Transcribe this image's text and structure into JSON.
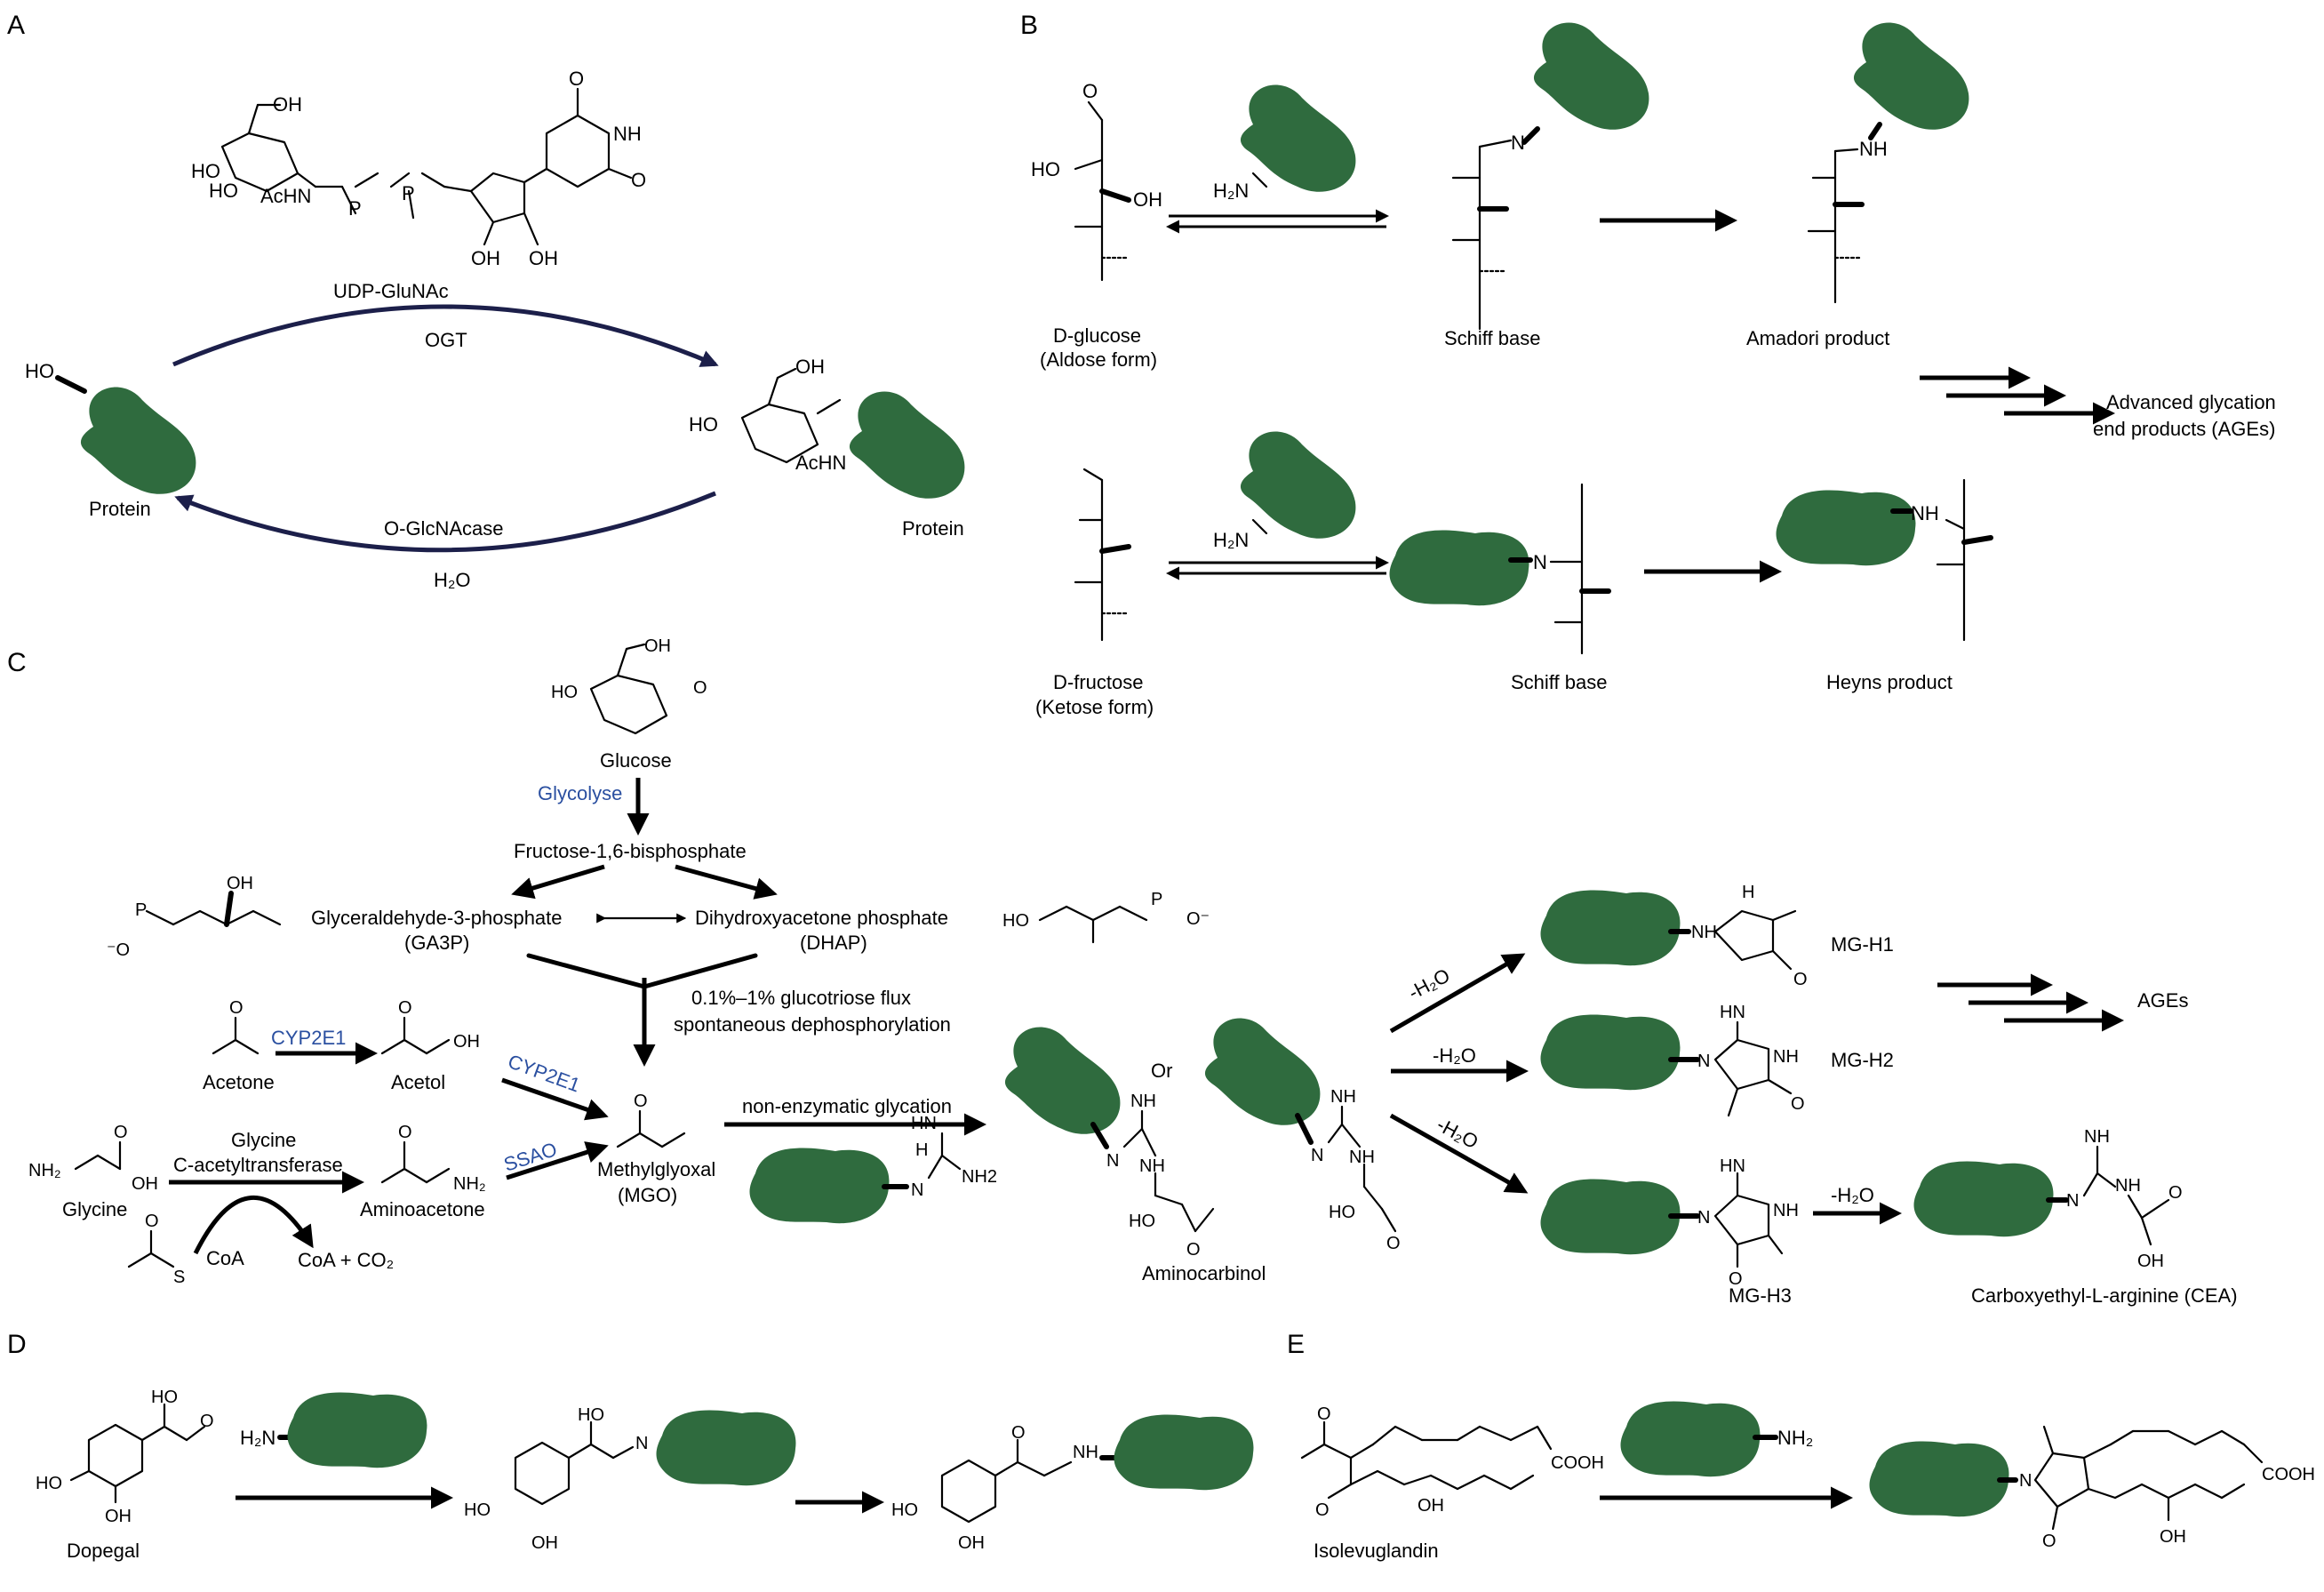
{
  "panels": {
    "A": "A",
    "B": "B",
    "C": "C",
    "D": "D",
    "E": "E"
  },
  "colors": {
    "protein": "#2f6b3e",
    "enzyme_text": "#2a4fa0",
    "cycle_arrow": "#1c1f4a"
  },
  "icons": [
    "protein-blob-icon"
  ],
  "panelA": {
    "udp_label": "UDP-GluNAc",
    "ogt": "OGT",
    "oglcnacase": "O-GlcNAcase",
    "water": "H₂O",
    "protein_left": "Protein",
    "protein_right": "Protein",
    "oh": "HO",
    "acHN": "AcHN",
    "acHN2": "AcHN",
    "ho_ring": "HO",
    "ho_ring2": "HO",
    "oh_top": "OH",
    "oh_top2": "OH",
    "nh": "NH",
    "o": "O",
    "o2": "O",
    "oh_rib1": "OH",
    "oh_rib2": "OH",
    "p1": "P",
    "p2": "P",
    "ho2": "HO"
  },
  "panelB": {
    "glucose": "D-glucose",
    "glucose_form": "(Aldose form)",
    "schiff1": "Schiff base",
    "amadori": "Amadori product",
    "age1": "Advanced glycation",
    "age2": "end products (AGEs)",
    "fructose": "D-fructose",
    "fructose_form": "(Ketose form)",
    "schiff2": "Schiff base",
    "heyns": "Heyns product",
    "h2n": "H₂N",
    "h2n2": "H₂N",
    "n": "N",
    "n2": "N",
    "nh": "NH",
    "nh2": "NH",
    "oh": "OH",
    "ho": "HO",
    "o": "O"
  },
  "panelC": {
    "glucose": "Glucose",
    "glycolyse": "Glycolyse",
    "f16bp": "Fructose-1,6-bisphosphate",
    "ga3p1": "Glyceraldehyde-3-phosphate",
    "ga3p2": "(GA3P)",
    "dhap1": "Dihydroxyacetone phosphate",
    "dhap2": "(DHAP)",
    "flux1": "0.1%–1% glucotriose flux",
    "flux2": "spontaneous dephosphorylation",
    "acetone": "Acetone",
    "cyp2e1_1": "CYP2E1",
    "acetol": "Acetol",
    "cyp2e1_2": "CYP2E1",
    "glycine": "Glycine",
    "gcat1": "Glycine",
    "gcat2": "C-acetyltransferase",
    "aminoacetone": "Aminoacetone",
    "ssao": "SSAO",
    "mgo1": "Methylglyoxal",
    "mgo2": "(MGO)",
    "coa": "CoA",
    "coa_co2": "CoA + CO₂",
    "nonenz": "non-enzymatic glycation",
    "or": "Or",
    "aminocarbinol": "Aminocarbinol",
    "h2o1": "-H₂O",
    "h2o2": "-H₂O",
    "h2o3": "-H₂O",
    "h2o4": "-H₂O",
    "mgh1": "MG-H1",
    "mgh2": "MG-H2",
    "mgh3": "MG-H3",
    "ages": "AGEs",
    "cea": "Carboxyethyl-L-arginine (CEA)",
    "nh2": "NH2",
    "nh": "NH",
    "hn": "HN",
    "n": "N",
    "h": "H",
    "ho": "HO",
    "oh": "OH",
    "o": "O",
    "s": "S",
    "p": "P",
    "nh2sub": "NH₂",
    "ominus": "⁻O",
    "ominus2": "O⁻"
  },
  "panelD": {
    "dopegal": "Dopegal",
    "h2n": "H₂N",
    "ho": "HO",
    "oh": "OH",
    "n": "N",
    "nh": "NH",
    "o": "O"
  },
  "panelE": {
    "isolevuglandin": "Isolevuglandin",
    "nh2": "NH₂",
    "cooh": "COOH",
    "oh": "OH",
    "n": "N",
    "o": "O"
  }
}
